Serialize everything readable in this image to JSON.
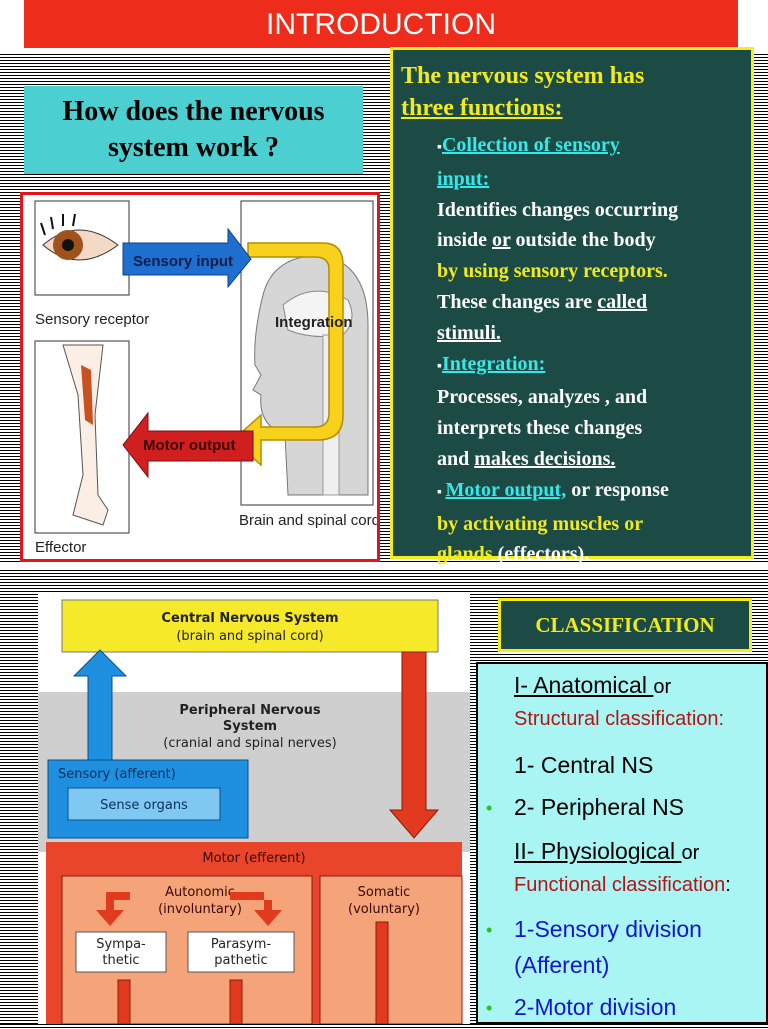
{
  "slide": {
    "title": "INTRODUCTION",
    "question": [
      "How does the nervous",
      "system work ?"
    ],
    "colors": {
      "title_bg": "#ee2c1c",
      "question_bg": "#4bcfd1",
      "panel_bg": "#1b4b44",
      "panel_border": "#f2ec21",
      "list_bg": "#a8f5f4"
    }
  },
  "figure1": {
    "labels": {
      "sensory_input": "Sensory input",
      "integration": "Integration",
      "motor_output": "Motor output",
      "sensory_receptor": "Sensory receptor",
      "effector": "Effector",
      "brain": "Brain and spinal cord"
    }
  },
  "functions": {
    "heading_1": "The nervous system has",
    "heading_2": "three functions:",
    "f1_title_a": "Collection of sensory",
    "f1_title_b": "input: ",
    "f1_l1": "Identifies changes occurring",
    "f1_l2a": "inside ",
    "f1_l2b": "or",
    "f1_l2c": " outside the body",
    "f1_l3": "by using sensory receptors.",
    "f1_l4a": "These changes are ",
    "f1_l4b": "called",
    "f1_l5": "stimuli.",
    "f2_title": "Integration:",
    "f2_l1": "Processes, analyzes , and",
    "f2_l2": "interprets these changes",
    "f2_l3a": "and ",
    "f2_l3b": "makes decisions.",
    "f3_title": "Motor output,",
    "f3_l1b": " or response",
    "f3_l2": "by activating muscles or",
    "f3_l3a": "glands",
    "f3_l3b": " (effectors)."
  },
  "figure2": {
    "cns_1": "Central Nervous System",
    "cns_2": "(brain and spinal cord)",
    "pns_1": "Peripheral Nervous",
    "pns_2": "System",
    "pns_3": "(cranial and spinal nerves)",
    "sensory": "Sensory (afferent)",
    "sense_organs": "Sense organs",
    "motor": "Motor (efferent)",
    "auto_1": "Autonomic",
    "auto_2": "(involuntary)",
    "soma_1": "Somatic",
    "soma_2": "(voluntary)",
    "symp_1": "Sympa-",
    "symp_2": "thetic",
    "para_1": "Parasym-",
    "para_2": "pathetic"
  },
  "classification": {
    "heading": "CLASSIFICATION",
    "i_title": "I- Anatomical ",
    "i_or": "or",
    "i_sub": "Structural classification:",
    "c1": "1- Central NS",
    "c2": "2- Peripheral NS",
    "ii_title": "II- Physiological ",
    "ii_or": "or",
    "ii_sub_a": "Functional classification",
    "ii_sub_b": ":",
    "d1a": "1-Sensory division",
    "d1b": "(Afferent)",
    "d2": "2-Motor division"
  }
}
